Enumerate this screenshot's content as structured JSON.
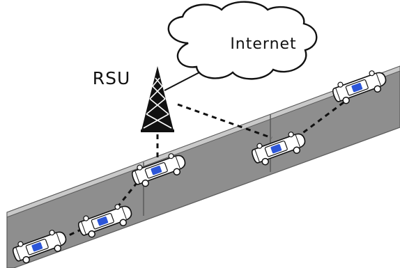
{
  "diagram": {
    "cloud_label": "Internet",
    "rsu_label": "RSU"
  },
  "nodes": {
    "vehicles": [
      "vehicle-1",
      "vehicle-2",
      "vehicle-3",
      "vehicle-4",
      "vehicle-5"
    ]
  },
  "colors": {
    "road": "#8e8e8e",
    "road_edge": "#5a5a5a",
    "car_body": "#ffffff",
    "car_stroke": "#111111",
    "car_window": "#2d56d8",
    "tower": "#111111",
    "cloud_fill": "#ffffff",
    "cloud_stroke": "#111111",
    "link": "#111111"
  }
}
